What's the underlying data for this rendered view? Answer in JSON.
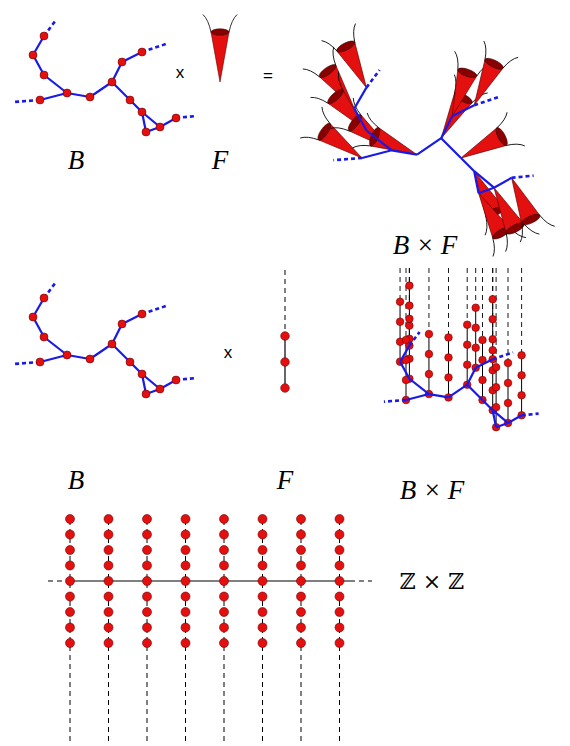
{
  "diagram": {
    "labels": [
      "x",
      "=",
      "B",
      "F",
      "B × F",
      "x",
      "B",
      "F",
      "B × F",
      "ℤ × ℤ"
    ]
  }
}
